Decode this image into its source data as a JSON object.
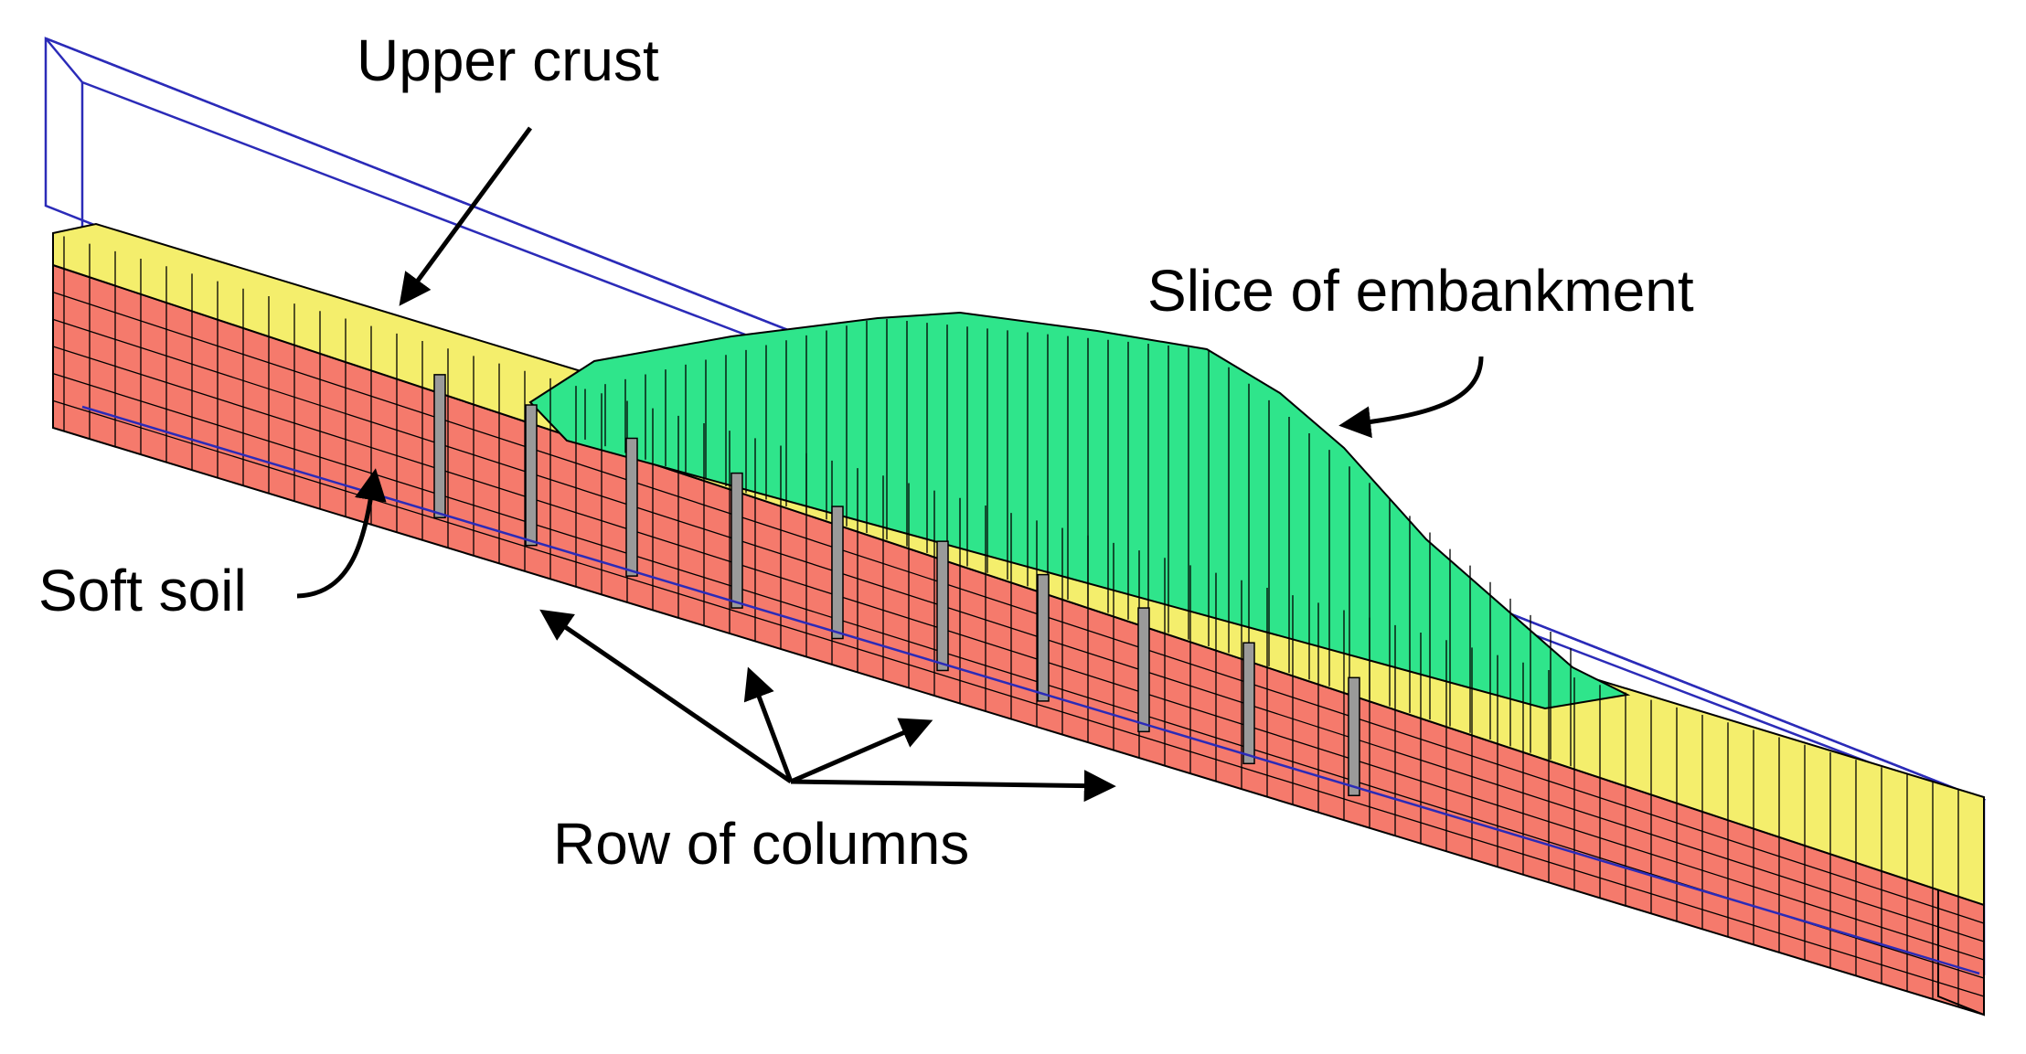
{
  "labels": {
    "upper_crust": "Upper crust",
    "slice_of_embankment": "Slice of embankment",
    "soft_soil": "Soft soil",
    "row_of_columns": "Row of columns"
  },
  "colors": {
    "upper_crust": "#f4ee6c",
    "soft_soil": "#f57a6c",
    "embankment": "#2fe58b",
    "columns": "#9a9a9a",
    "mesh_lines": "#000000",
    "bounding_box": "#2b2bb8"
  }
}
